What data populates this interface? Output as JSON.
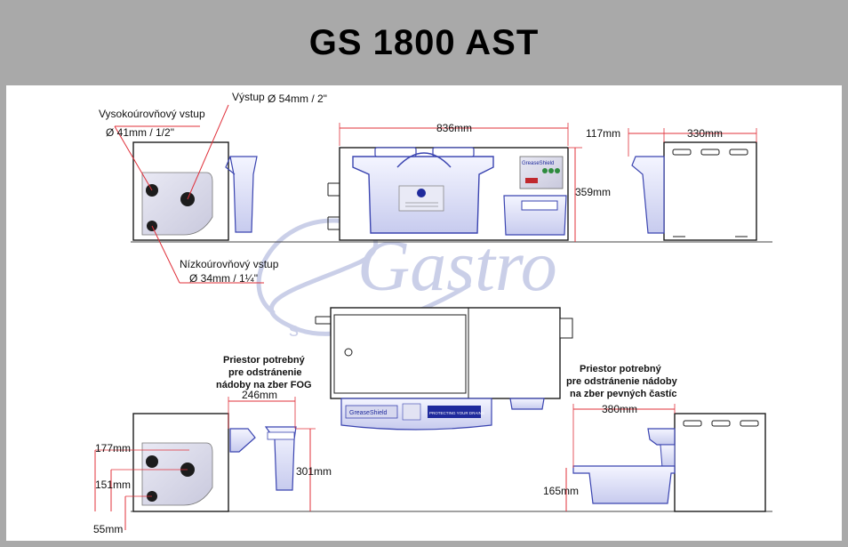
{
  "header": {
    "title": "GS 1800 AST"
  },
  "watermark": {
    "script": "Gastro",
    "word": "s e r v i s"
  },
  "labels": {
    "high_inlet": "Vysokoúrovňový vstup",
    "high_inlet_size": "Ø  41mm / 1/2\"",
    "outlet": "Výstup",
    "outlet_size": "Ø  54mm / 2\"",
    "low_inlet": "Nízkoúrovňový vstup",
    "low_inlet_size": "Ø  34mm / 1¼\"",
    "fog_space_1": "Priestor potrebný",
    "fog_space_2": "pre odstránenie",
    "fog_space_3": "nádoby na zber FOG",
    "solid_space_1": "Priestor potrebný",
    "solid_space_2": "pre odstránenie nádoby",
    "solid_space_3": "na zber pevných častíc"
  },
  "dimensions": {
    "length": "836mm",
    "height": "359mm",
    "basket_depth": "117mm",
    "width": "330mm",
    "fog_clearance": "246mm",
    "fog_height": "301mm",
    "high_inlet_height": "177mm",
    "outlet_height": "151mm",
    "low_inlet_height": "55mm",
    "solid_clearance": "380mm",
    "solid_height": "165mm"
  },
  "product": {
    "brand": "GreaseShield",
    "slogan": "PROTECTING YOUR DRAINS"
  },
  "colors": {
    "outline": "#1c1c1c",
    "tank_blue": "#3a44b0",
    "dimension_red": "#e0303a",
    "watermark": "#9fa8d6",
    "panel_fill": "#dcdcec"
  }
}
